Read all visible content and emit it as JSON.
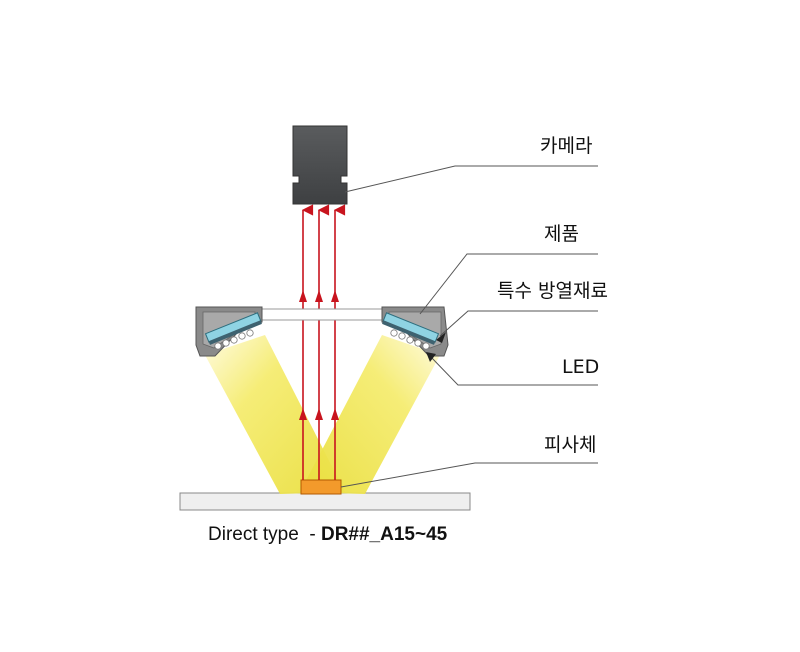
{
  "labels": {
    "camera": "카메라",
    "product": "제품",
    "heat_material": "특수 방열재료",
    "led": "LED",
    "subject": "피사체"
  },
  "caption": {
    "type_text": "Direct type  - ",
    "model_code": "DR##_A15~45"
  },
  "colors": {
    "camera_body": "#4d4f51",
    "housing": "#7b7b7b",
    "led_strip": "#8fd3e3",
    "light_cone": "#f5ec70",
    "ray": "#c8141e",
    "subject": "#f39a2b",
    "stage": "#efefef",
    "leader_line": "#555555"
  },
  "icons": [
    "camera-icon",
    "led-module-icon",
    "arrow-up-icon"
  ]
}
